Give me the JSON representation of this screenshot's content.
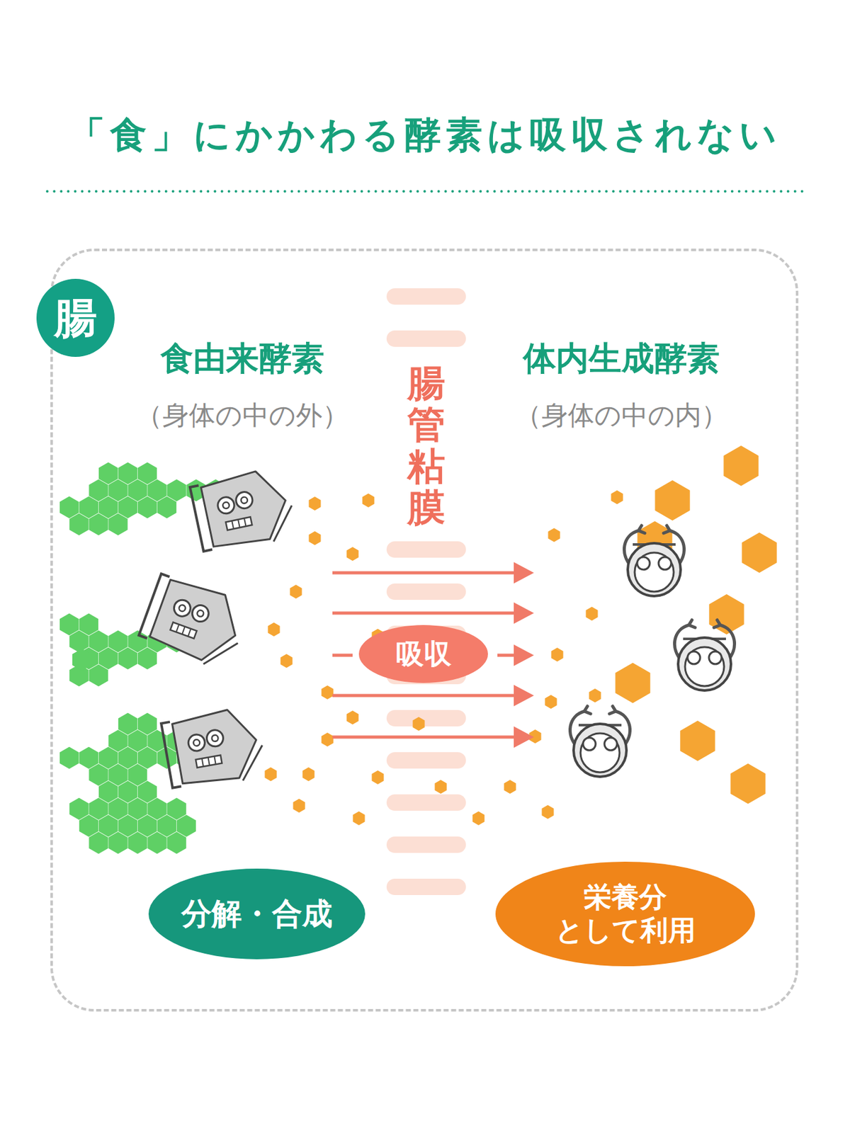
{
  "diagram": {
    "title": "「食」にかかわる酵素は吸収されない",
    "nodes": [
      {
        "text": [
          "腸"
        ]
      },
      {
        "text": [
          "腸管粘膜"
        ],
        "in": 0
      },
      {
        "text": [
          "吸収"
        ],
        "in": 0
      },
      {
        "text": [
          "分解・合成"
        ],
        "in": 0
      },
      {
        "text": [
          "栄養分 として利用"
        ],
        "in": 0
      }
    ],
    "labels": [
      "食由来酵素",
      "（身体の中の外）",
      "体内生成酵素",
      "（身体の中の内）"
    ]
  }
}
